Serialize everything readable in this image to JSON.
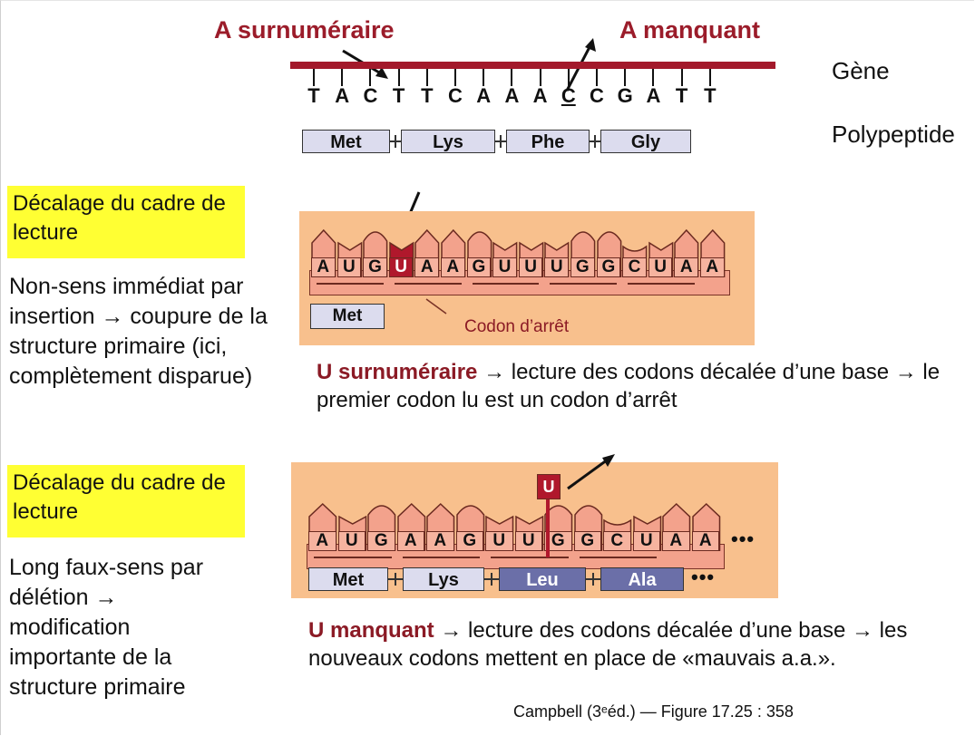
{
  "top": {
    "left_label": "A surnuméraire",
    "right_label": "A manquant",
    "gene_label": "Gène",
    "polypeptide_label": "Polypeptide",
    "dna": [
      "T",
      "A",
      "C",
      "T",
      "T",
      "C",
      "A",
      "A",
      "A",
      "C",
      "C",
      "G",
      "A",
      "T",
      "T"
    ],
    "underlined_index": 9,
    "amino_acids": [
      "Met",
      "Lys",
      "Phe",
      "Gly"
    ]
  },
  "section1": {
    "tag": "Décalage du cadre de lecture",
    "description": "Non-sens immédiat par insertion → coupure de la structure primaire (ici, complètement disparue)",
    "mrna": [
      "A",
      "U",
      "G",
      "U",
      "A",
      "A",
      "G",
      "U",
      "U",
      "U",
      "G",
      "G",
      "C",
      "U",
      "A",
      "A"
    ],
    "highlight_index": 3,
    "amino_acids": [
      "Met"
    ],
    "stop_label": "Codon d’arrêt",
    "caption_bold": "U surnuméraire",
    "caption_rest": "→ lecture des codons décalée d’une base → le premier codon lu est un codon d’arrêt"
  },
  "section2": {
    "tag": "Décalage du cadre de lecture",
    "description": "Long faux-sens par délétion → modification importante de la structure primaire",
    "mrna": [
      "A",
      "U",
      "G",
      "A",
      "A",
      "G",
      "U",
      "U",
      "G",
      "G",
      "C",
      "U",
      "A",
      "A"
    ],
    "removed_base": "U",
    "amino_acids": [
      "Met",
      "Lys",
      "Leu",
      "Ala"
    ],
    "ellipsis": "•••",
    "caption_bold": "U manquant",
    "caption_rest": "→ lecture des codons décalée d’une base → les nouveaux codons mettent en place de «mauvais a.a.»."
  },
  "credit": "Campbell (3ᵉéd.) — Figure 17.25 : 358",
  "colors": {
    "gene_bar": "#a3192b",
    "panel": "#f8c08d",
    "base_fill": "#f3a28c",
    "highlight": "#b0182c",
    "aa_light": "#dcdcee",
    "aa_dark": "#6b6fa8",
    "tag_bg": "#ffff33"
  }
}
